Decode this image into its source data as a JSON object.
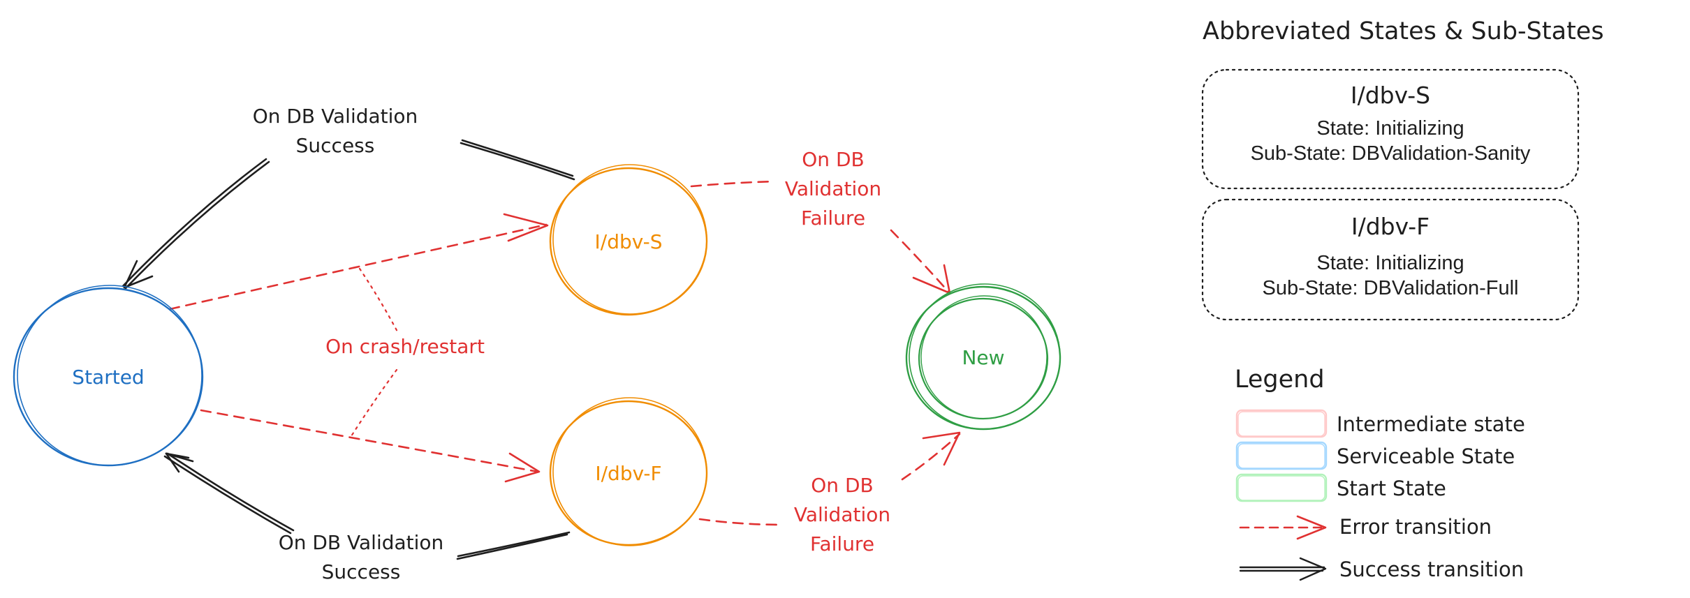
{
  "colors": {
    "started": "#1e6fc2",
    "intermediate": "#f08c00",
    "new": "#2f9e44",
    "error": "#e03131",
    "success": "#1e1e1e",
    "legend_intermediate": "#ffc9c9",
    "legend_serviceable": "#a5d8ff",
    "legend_start": "#b2f2bb"
  },
  "nodes": {
    "started": "Started",
    "dbv_s": "I/dbv-S",
    "dbv_f": "I/dbv-F",
    "new": "New"
  },
  "edge_labels": {
    "success_top": [
      "On DB Validation",
      "Success"
    ],
    "success_bottom": [
      "On DB Validation",
      "Success"
    ],
    "crash_restart": "On crash/restart",
    "failure_top": [
      "On DB",
      "Validation",
      "Failure"
    ],
    "failure_bottom": [
      "On DB",
      "Validation",
      "Failure"
    ]
  },
  "abbrev": {
    "title": "Abbreviated States & Sub-States",
    "cards": [
      {
        "code": "I/dbv-S",
        "state": "State: Initializing",
        "substate": "Sub-State: DBValidation-Sanity"
      },
      {
        "code": "I/dbv-F",
        "state": "State: Initializing",
        "substate": "Sub-State: DBValidation-Full"
      }
    ]
  },
  "legend": {
    "title": "Legend",
    "items": [
      {
        "label": "Intermediate state",
        "swatch": "legend_intermediate"
      },
      {
        "label": "Serviceable State",
        "swatch": "legend_serviceable"
      },
      {
        "label": "Start State",
        "swatch": "legend_start"
      },
      {
        "label": "Error transition",
        "swatch": "error"
      },
      {
        "label": "Success transition",
        "swatch": "success"
      }
    ]
  }
}
